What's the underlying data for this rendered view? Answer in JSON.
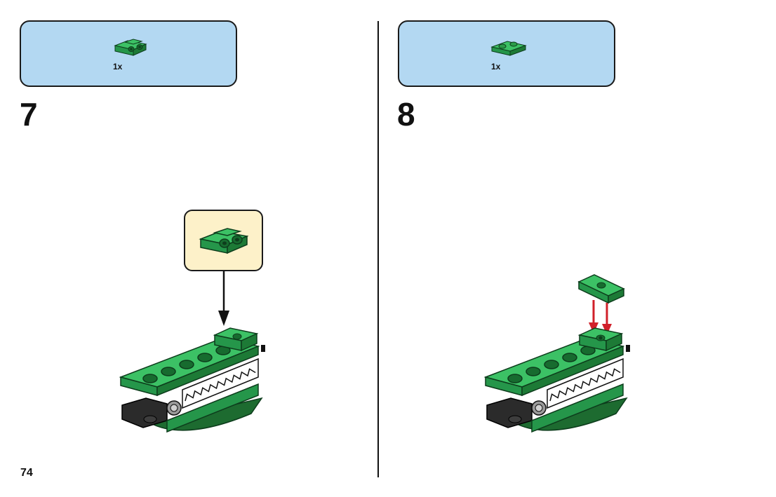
{
  "page": {
    "number": "74"
  },
  "steps": [
    {
      "number": "7",
      "parts": [
        {
          "icon": "green-bracket-plate-icon",
          "quantity": "1x"
        }
      ]
    },
    {
      "number": "8",
      "parts": [
        {
          "icon": "green-plate-1x2-icon",
          "quantity": "1x"
        }
      ]
    }
  ],
  "colors": {
    "parts_box": "#b3d8f2",
    "callout": "#fdf1c9",
    "brick_green": "#2fa84f",
    "brick_green_dark": "#1d7a36",
    "brick_black": "#2b2b2b",
    "arrow_red": "#d0202a"
  }
}
